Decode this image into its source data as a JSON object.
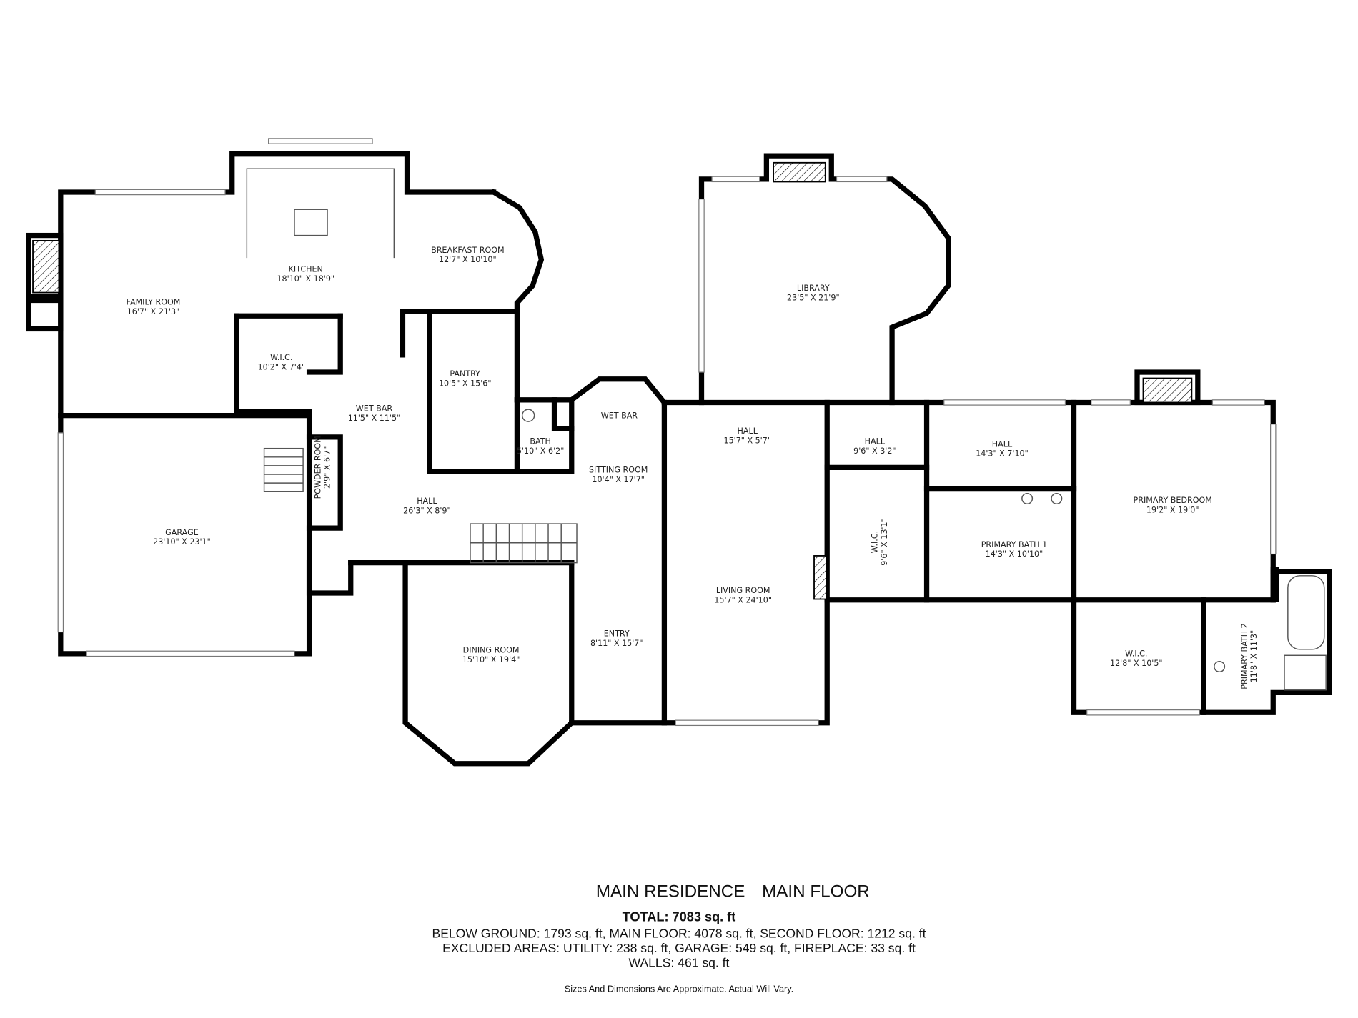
{
  "rooms": [
    {
      "name": "FAMILY ROOM",
      "dims": "16'7\" X 21'3\""
    },
    {
      "name": "KITCHEN",
      "dims": "18'10\" X 18'9\""
    },
    {
      "name": "BREAKFAST ROOM",
      "dims": "12'7\" X 10'10\""
    },
    {
      "name": "W.I.C.",
      "dims": "10'2\" X 7'4\""
    },
    {
      "name": "PANTRY",
      "dims": "10'5\" X 15'6\""
    },
    {
      "name": "WET BAR",
      "dims": "11'5\" X 11'5\""
    },
    {
      "name": "WET BAR",
      "dims": ""
    },
    {
      "name": "BATH",
      "dims": "5'10\" X 6'2\""
    },
    {
      "name": "SITTING ROOM",
      "dims": "10'4\" X 17'7\""
    },
    {
      "name": "POWDER ROOM",
      "dims": "2'9\" X 6'7\""
    },
    {
      "name": "HALL",
      "dims": "26'3\" X 8'9\""
    },
    {
      "name": "GARAGE",
      "dims": "23'10\" X 23'1\""
    },
    {
      "name": "LIBRARY",
      "dims": "23'5\" X 21'9\""
    },
    {
      "name": "HALL",
      "dims": "15'7\" X 5'7\""
    },
    {
      "name": "HALL",
      "dims": "9'6\" X 3'2\""
    },
    {
      "name": "HALL",
      "dims": "14'3\" X 7'10\""
    },
    {
      "name": "PRIMARY BEDROOM",
      "dims": "19'2\" X 19'0\""
    },
    {
      "name": "W.I.C.",
      "dims": "9'6\" X 13'1\""
    },
    {
      "name": "PRIMARY BATH 1",
      "dims": "14'3\" X 10'10\""
    },
    {
      "name": "LIVING ROOM",
      "dims": "15'7\" X 24'10\""
    },
    {
      "name": "ENTRY",
      "dims": "8'11\" X 15'7\""
    },
    {
      "name": "DINING ROOM",
      "dims": "15'10\" X 19'4\""
    },
    {
      "name": "W.I.C.",
      "dims": "12'8\" X 10'5\""
    },
    {
      "name": "PRIMARY BATH 2",
      "dims": "11'8\" X 11'3\""
    }
  ],
  "footer": {
    "title_left": "MAIN RESIDENCE",
    "title_right": "MAIN FLOOR",
    "total": "TOTAL: 7083 sq. ft",
    "areas": "BELOW GROUND: 1793 sq. ft, MAIN FLOOR: 4078 sq. ft, SECOND FLOOR: 1212 sq. ft",
    "excluded": "EXCLUDED AREAS: UTILITY: 238 sq. ft, GARAGE: 549 sq. ft, FIREPLACE: 33 sq. ft",
    "walls": "WALLS: 461 sq. ft",
    "disclaimer": "Sizes And Dimensions Are Approximate. Actual Will Vary."
  }
}
